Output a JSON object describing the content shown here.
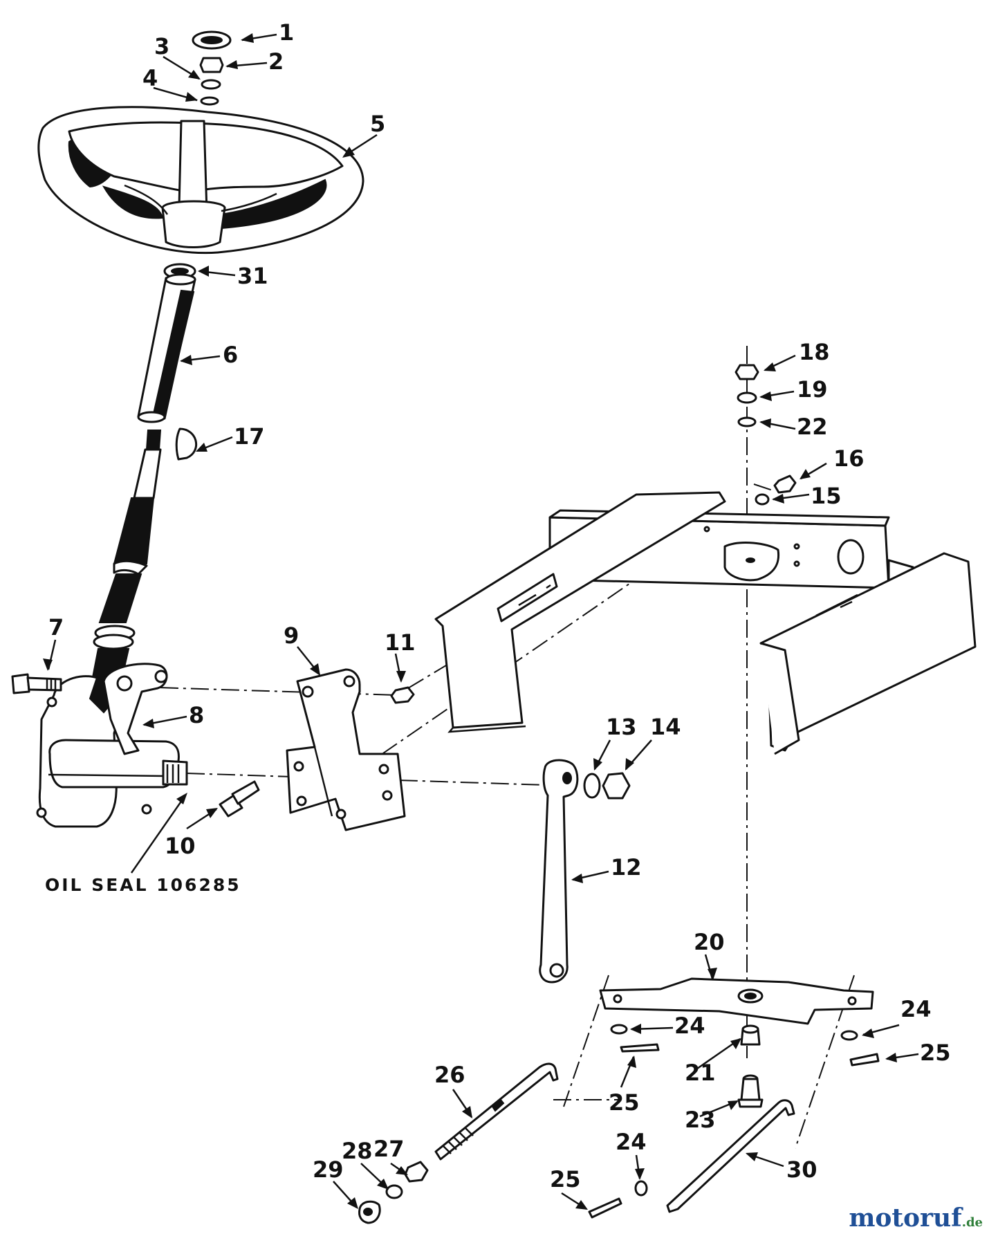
{
  "diagram": {
    "callouts": [
      {
        "id": "1",
        "label": "1"
      },
      {
        "id": "2",
        "label": "2"
      },
      {
        "id": "3",
        "label": "3"
      },
      {
        "id": "4",
        "label": "4"
      },
      {
        "id": "5",
        "label": "5"
      },
      {
        "id": "31",
        "label": "31"
      },
      {
        "id": "6",
        "label": "6"
      },
      {
        "id": "17",
        "label": "17"
      },
      {
        "id": "7",
        "label": "7"
      },
      {
        "id": "8",
        "label": "8"
      },
      {
        "id": "9",
        "label": "9"
      },
      {
        "id": "11",
        "label": "11"
      },
      {
        "id": "10",
        "label": "10"
      },
      {
        "id": "12",
        "label": "12"
      },
      {
        "id": "13",
        "label": "13"
      },
      {
        "id": "14",
        "label": "14"
      },
      {
        "id": "18",
        "label": "18"
      },
      {
        "id": "19",
        "label": "19"
      },
      {
        "id": "22",
        "label": "22"
      },
      {
        "id": "16",
        "label": "16"
      },
      {
        "id": "15",
        "label": "15"
      },
      {
        "id": "20",
        "label": "20"
      },
      {
        "id": "24a",
        "label": "24"
      },
      {
        "id": "24b",
        "label": "24"
      },
      {
        "id": "25a",
        "label": "25"
      },
      {
        "id": "25b",
        "label": "25"
      },
      {
        "id": "21",
        "label": "21"
      },
      {
        "id": "23",
        "label": "23"
      },
      {
        "id": "26",
        "label": "26"
      },
      {
        "id": "27",
        "label": "27"
      },
      {
        "id": "28",
        "label": "28"
      },
      {
        "id": "29",
        "label": "29"
      },
      {
        "id": "24c",
        "label": "24"
      },
      {
        "id": "25c",
        "label": "25"
      },
      {
        "id": "30",
        "label": "30"
      }
    ],
    "oil_seal_note": "OIL SEAL 106285"
  },
  "watermark": {
    "main": "motoruf",
    "tld": ".de"
  }
}
